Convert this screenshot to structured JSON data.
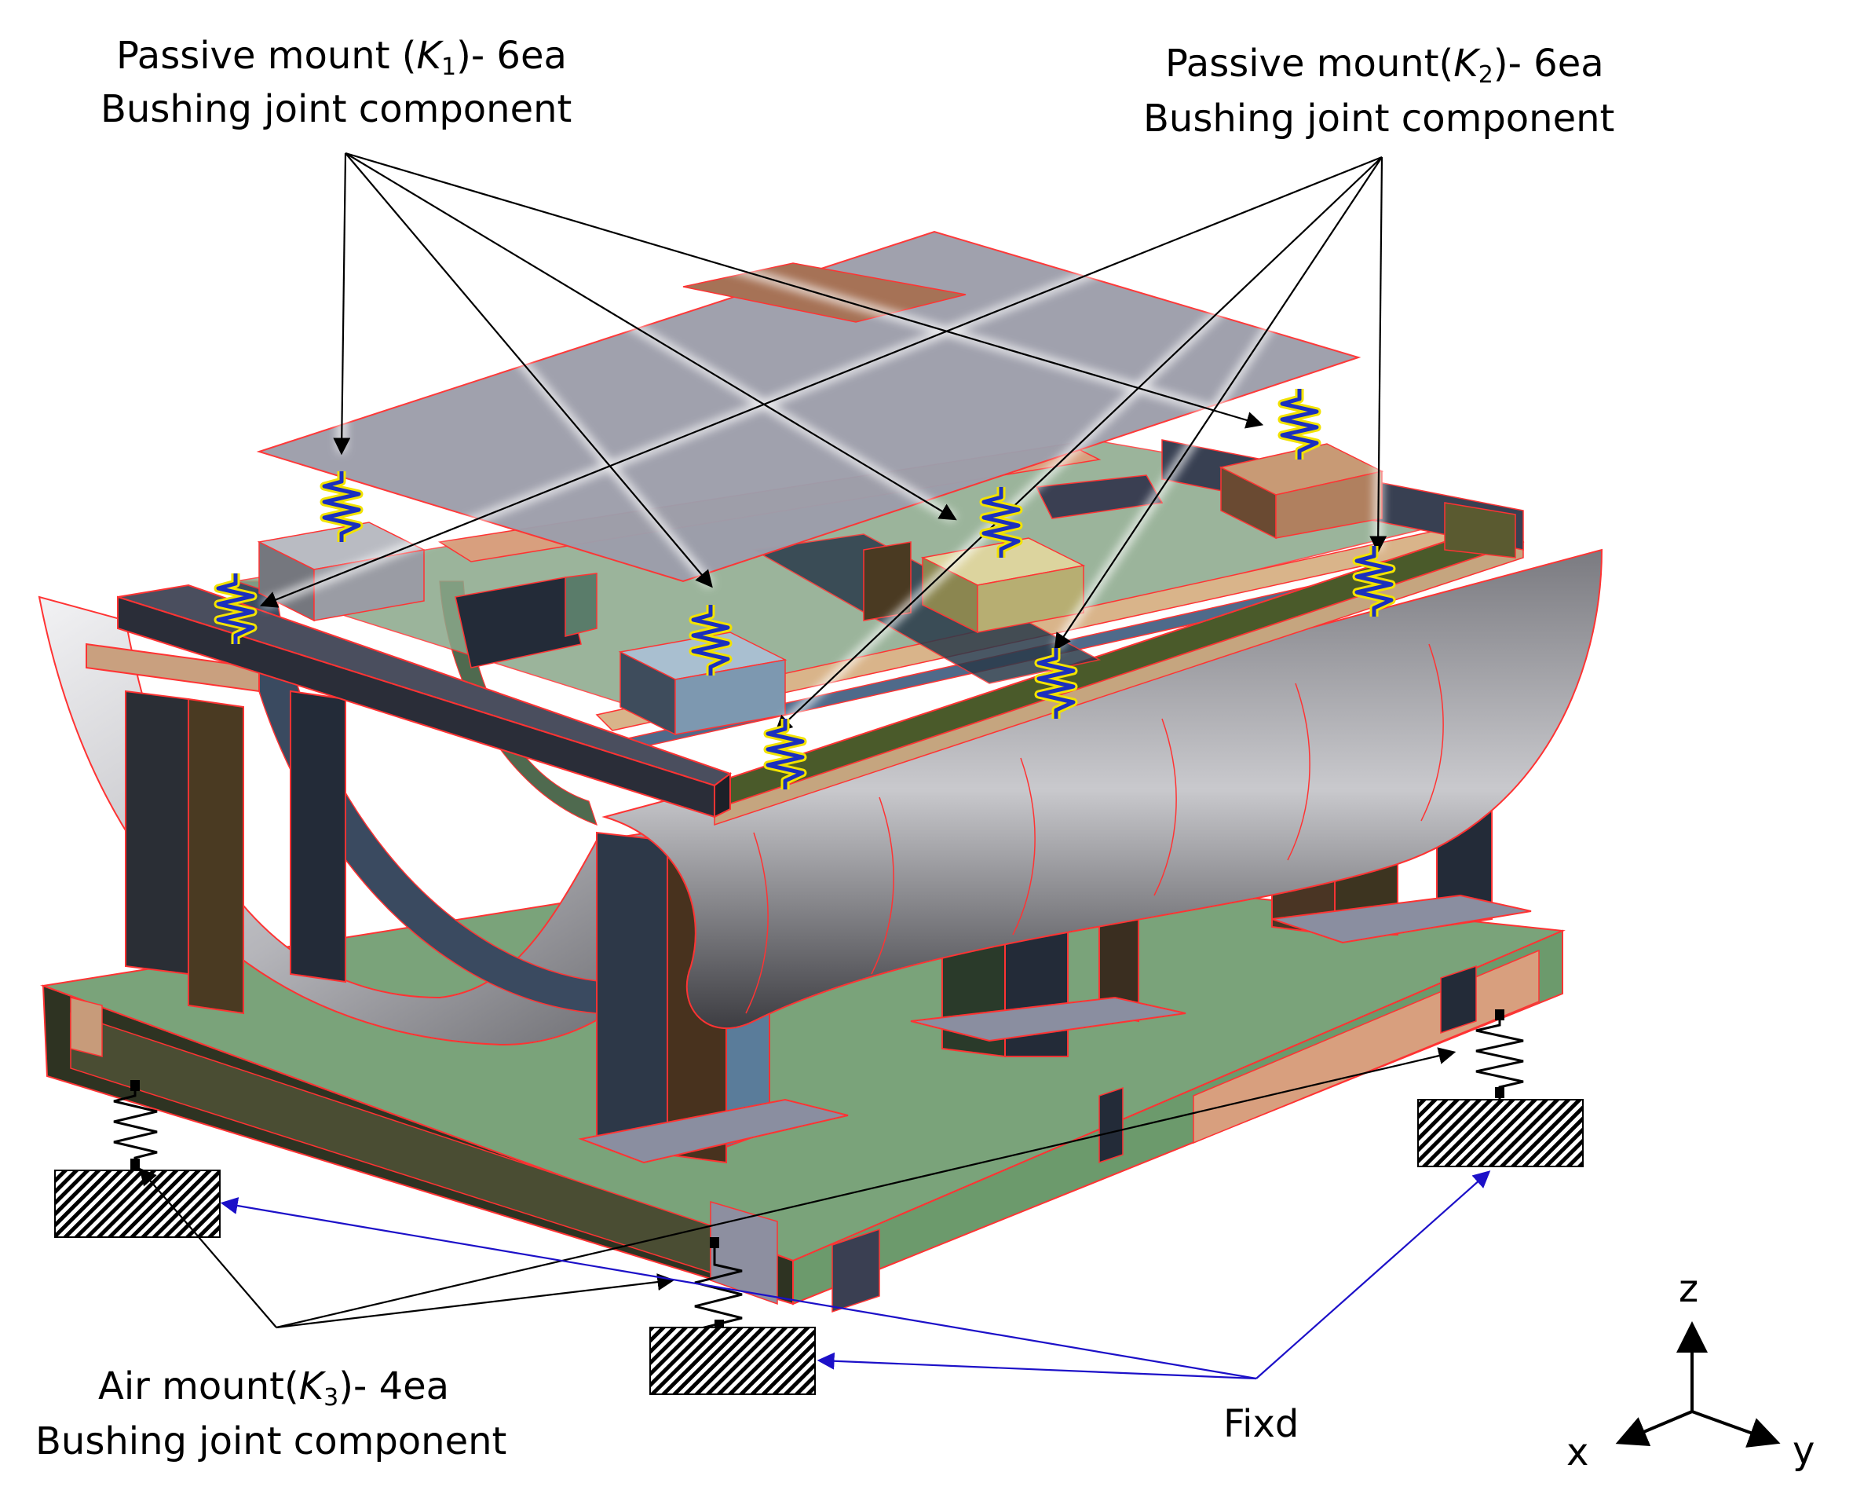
{
  "labels": {
    "passive_k1": {
      "prefix": "Passive mount (",
      "symbol": "K",
      "sub": "1",
      "suffix": ")- 6ea",
      "line2": "Bushing joint component"
    },
    "passive_k2": {
      "prefix": "Passive mount(",
      "symbol": "K",
      "sub": "2",
      "suffix": ")- 6ea",
      "line2": "Bushing joint component"
    },
    "air_k3": {
      "prefix": "Air mount(",
      "symbol": "K",
      "sub": "3",
      "suffix": ")- 4ea",
      "line2": "Bushing joint component"
    },
    "fixed": "Fixd"
  },
  "axes": {
    "z": "z",
    "x": "x",
    "y": "y"
  },
  "colors": {
    "outline": "#ff3333",
    "spring_blue": "#1a2fbf",
    "spring_yellow": "#f2e200",
    "fixed_arrow": "#1c10c8",
    "leader": "#000000",
    "plate": "#9d9eab",
    "base_green": "#7aa37a",
    "column_dark": "#2f3846"
  }
}
